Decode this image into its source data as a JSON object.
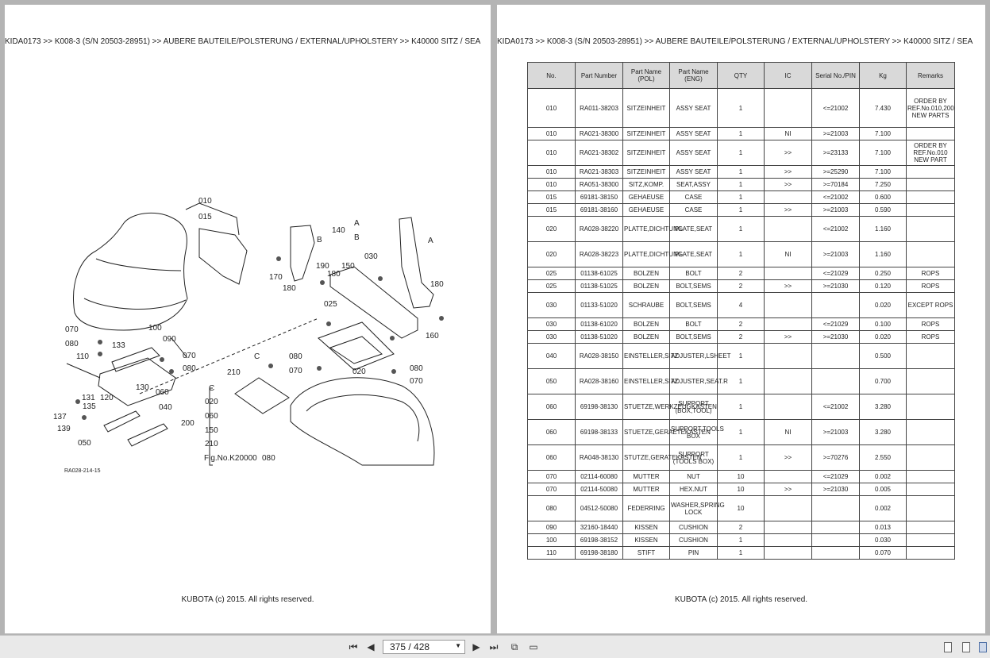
{
  "left_page": {
    "breadcrumb": "KIDA0173 >> K008-3 (S/N 20503-28951) >> AUBERE BAUTEILE/POLSTERUNG / EXTERNAL/UPHOLSTERY >> K40000   SITZ / SEA",
    "footer": "KUBOTA (c) 2015. All rights reserved.",
    "diagram": {
      "labels": [
        "010",
        "015",
        "140",
        "A",
        "B",
        "B",
        "A",
        "030",
        "190",
        "150",
        "180",
        "170",
        "180",
        "180",
        "025",
        "160",
        "070",
        "100",
        "090",
        "080",
        "133",
        "110",
        "070",
        "080",
        "C",
        "080",
        "070",
        "080",
        "070",
        "020",
        "210",
        "130",
        "131",
        "120",
        "060",
        "135",
        "137",
        "139",
        "040",
        "050",
        "C",
        "020",
        "060",
        "150",
        "210",
        "200",
        "Fig.No.K20000",
        "080"
      ],
      "ref": "RA028-214-15"
    }
  },
  "right_page": {
    "breadcrumb": "KIDA0173 >> K008-3 (S/N 20503-28951) >> AUBERE BAUTEILE/POLSTERUNG / EXTERNAL/UPHOLSTERY >> K40000   SITZ / SEA",
    "footer": "KUBOTA (c) 2015. All rights reserved.",
    "table": {
      "headers": [
        "No.",
        "Part Number",
        "Part Name (POL)",
        "Part Name (ENG)",
        "QTY",
        "IC",
        "Serial No./PIN",
        "Kg",
        "Remarks"
      ],
      "rows": [
        [
          "010",
          "RA011-38203",
          "SITZEINHEIT",
          "ASSY SEAT",
          "1",
          "",
          "<=21002",
          "7.430",
          "ORDER BY REF.No.010,200 NEW PARTS"
        ],
        [
          "010",
          "RA021-38300",
          "SITZEINHEIT",
          "ASSY SEAT",
          "1",
          "NI",
          ">=21003",
          "7.100",
          ""
        ],
        [
          "010",
          "RA021-38302",
          "SITZEINHEIT",
          "ASSY SEAT",
          "1",
          ">>",
          ">=23133",
          "7.100",
          "ORDER BY REF.No.010 NEW PART"
        ],
        [
          "010",
          "RA021-38303",
          "SITZEINHEIT",
          "ASSY SEAT",
          "1",
          ">>",
          ">=25290",
          "7.100",
          ""
        ],
        [
          "010",
          "RA051-38300",
          "SITZ,KOMP.",
          "SEAT,ASSY",
          "1",
          ">>",
          ">=70184",
          "7.250",
          ""
        ],
        [
          "015",
          "69181-38150",
          "GEHAEUSE",
          "CASE",
          "1",
          "",
          "<=21002",
          "0.600",
          ""
        ],
        [
          "015",
          "69181-38160",
          "GEHAEUSE",
          "CASE",
          "1",
          ">>",
          ">=21003",
          "0.590",
          ""
        ],
        [
          "020",
          "RA028-38220",
          "PLATTE,DICHTUNG",
          "PLATE,SEAT",
          "1",
          "",
          "<=21002",
          "1.160",
          ""
        ],
        [
          "020",
          "RA028-38223",
          "PLATTE,DICHTUNG",
          "PLATE,SEAT",
          "1",
          "NI",
          ">=21003",
          "1.160",
          ""
        ],
        [
          "025",
          "01138-61025",
          "BOLZEN",
          "BOLT",
          "2",
          "",
          "<=21029",
          "0.250",
          "ROPS"
        ],
        [
          "025",
          "01138-51025",
          "BOLZEN",
          "BOLT,SEMS",
          "2",
          ">>",
          ">=21030",
          "0.120",
          "ROPS"
        ],
        [
          "030",
          "01133-51020",
          "SCHRAUBE",
          "BOLT,SEMS",
          "4",
          "",
          "",
          "0.020",
          "EXCEPT ROPS"
        ],
        [
          "030",
          "01138-61020",
          "BOLZEN",
          "BOLT",
          "2",
          "",
          "<=21029",
          "0.100",
          "ROPS"
        ],
        [
          "030",
          "01138-51020",
          "BOLZEN",
          "BOLT,SEMS",
          "2",
          ">>",
          ">=21030",
          "0.020",
          "ROPS"
        ],
        [
          "040",
          "RA028-38150",
          "EINSTELLER,SITZ",
          "ADJUSTER,LSHEET",
          "1",
          "",
          "",
          "0.500",
          ""
        ],
        [
          "050",
          "RA028-38160",
          "EINSTELLER,SITZ",
          "ADJUSTER,SEAT.R",
          "1",
          "",
          "",
          "0.700",
          ""
        ],
        [
          "060",
          "69198-38130",
          "STUETZE,WERKZEUGKASTEN",
          "SUPPORT (BOX,TOOL)",
          "1",
          "",
          "<=21002",
          "3.280",
          ""
        ],
        [
          "060",
          "69198-38133",
          "STUETZE,GERAETEKASTEN",
          "SUPPORT,TOOLS BOX",
          "1",
          "NI",
          ">=21003",
          "3.280",
          ""
        ],
        [
          "060",
          "RA048-38130",
          "STUTZE,GERATEKASTEN",
          "SUPPORT (TOOLS BOX)",
          "1",
          ">>",
          ">=70276",
          "2.550",
          ""
        ],
        [
          "070",
          "02114-60080",
          "MUTTER",
          "NUT",
          "10",
          "",
          "<=21029",
          "0.002",
          ""
        ],
        [
          "070",
          "02114-50080",
          "MUTTER",
          "HEX.NUT",
          "10",
          ">>",
          ">=21030",
          "0.005",
          ""
        ],
        [
          "080",
          "04512-50080",
          "FEDERRING",
          "WASHER,SPRING LOCK",
          "10",
          "",
          "",
          "0.002",
          ""
        ],
        [
          "090",
          "32160-18440",
          "KISSEN",
          "CUSHION",
          "2",
          "",
          "",
          "0.013",
          ""
        ],
        [
          "100",
          "69198-38152",
          "KISSEN",
          "CUSHION",
          "1",
          "",
          "",
          "0.030",
          ""
        ],
        [
          "110",
          "69198-38180",
          "STIFT",
          "PIN",
          "1",
          "",
          "",
          "0.070",
          ""
        ]
      ]
    }
  },
  "toolbar": {
    "page_indicator": "375 / 428",
    "icons": [
      "first-page-icon",
      "prev-page-icon",
      "next-page-icon",
      "last-page-icon",
      "fit-page-icon",
      "fit-width-icon",
      "single-page-icon",
      "two-page-icon",
      "continuous-icon"
    ]
  }
}
